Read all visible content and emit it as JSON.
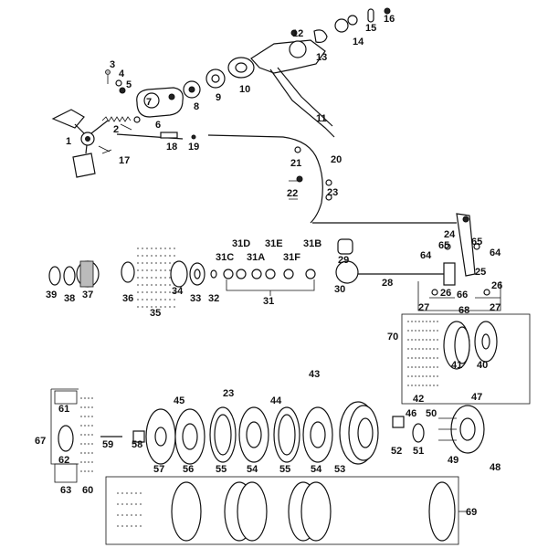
{
  "labels": {
    "n1": "1",
    "n2": "2",
    "n3": "3",
    "n4": "4",
    "n5": "5",
    "n6": "6",
    "n7": "7",
    "n8": "8",
    "n9": "9",
    "n10": "10",
    "n11": "11",
    "n12": "12",
    "n13": "13",
    "n14": "14",
    "n15": "15",
    "n16": "16",
    "n17": "17",
    "n18": "18",
    "n19": "19",
    "n20": "20",
    "n21": "21",
    "n22": "22",
    "n23": "23",
    "n23b": "23",
    "n24": "24",
    "n25": "25",
    "n26a": "26",
    "n26b": "26",
    "n27a": "27",
    "n27b": "27",
    "n28": "28",
    "n29": "29",
    "n30": "30",
    "n31": "31",
    "n31a": "31A",
    "n31b": "31B",
    "n31c": "31C",
    "n31d": "31D",
    "n31e": "31E",
    "n31f": "31F",
    "n32": "32",
    "n33": "33",
    "n34": "34",
    "n35": "35",
    "n36": "36",
    "n37": "37",
    "n38": "38",
    "n39": "39",
    "n40": "40",
    "n41": "41",
    "n42": "42",
    "n43": "43",
    "n44": "44",
    "n45": "45",
    "n46": "46",
    "n47": "47",
    "n48": "48",
    "n49": "49",
    "n50": "50",
    "n51": "51",
    "n52": "52",
    "n53": "53",
    "n54a": "54",
    "n54b": "54",
    "n55a": "55",
    "n55b": "55",
    "n56": "56",
    "n57": "57",
    "n58": "58",
    "n59": "59",
    "n60": "60",
    "n61": "61",
    "n62": "62",
    "n63": "63",
    "n64a": "64",
    "n64b": "64",
    "n65a": "65",
    "n65b": "65",
    "n66": "66",
    "n67": "67",
    "n68": "68",
    "n69": "69",
    "n70": "70"
  }
}
